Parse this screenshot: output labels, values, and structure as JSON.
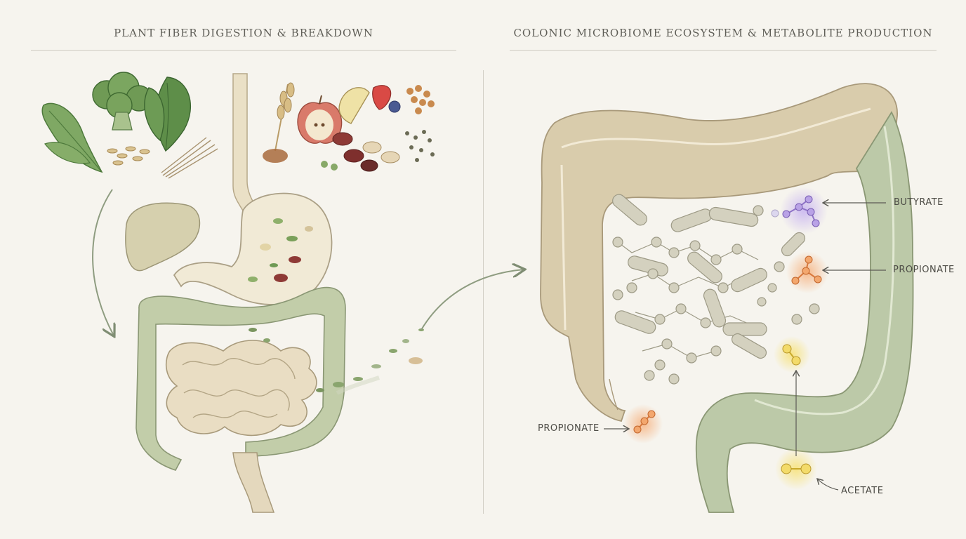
{
  "panels": {
    "left": {
      "title": "PLANT FIBER DIGESTION & BREAKDOWN"
    },
    "right": {
      "title": "COLONIC MICROBIOME ECOSYSTEM & METABOLITE PRODUCTION"
    }
  },
  "metabolites": [
    {
      "label": "BUTYRATE",
      "color": "#9b7fd0"
    },
    {
      "label": "PROPIONATE",
      "color": "#e58c4a"
    },
    {
      "label": "PROPIONATE",
      "color": "#e58c4a"
    },
    {
      "label": "ACETATE",
      "color": "#e8c63a"
    }
  ],
  "colors": {
    "background": "#f6f4ee",
    "tract_beige": "#d9ccb0",
    "tract_green": "#b9c7a4",
    "bacteria": "#d2cfbd",
    "leaf_green": "#6f9a55"
  }
}
